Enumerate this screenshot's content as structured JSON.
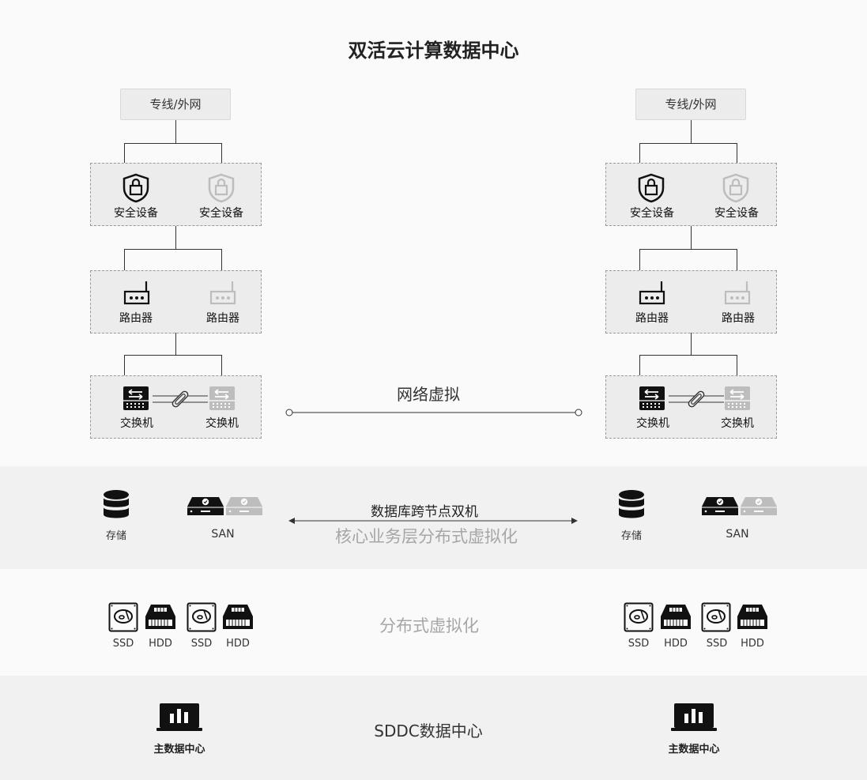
{
  "title": "双活云计算数据中心",
  "left": {
    "wan": "专线/外网",
    "security": [
      "安全设备",
      "安全设备"
    ],
    "router": [
      "路由器",
      "路由器"
    ],
    "switch": [
      "交换机",
      "交换机"
    ],
    "storage": "存储",
    "san": "SAN",
    "disks": [
      "SSD",
      "HDD",
      "SSD",
      "HDD"
    ],
    "datacenter": "主数据中心"
  },
  "right": {
    "wan": "专线/外网",
    "security": [
      "安全设备",
      "安全设备"
    ],
    "router": [
      "路由器",
      "路由器"
    ],
    "switch": [
      "交换机",
      "交换机"
    ],
    "storage": "存储",
    "san": "SAN",
    "disks": [
      "SSD",
      "HDD",
      "SSD",
      "HDD"
    ],
    "datacenter": "主数据中心"
  },
  "layers": {
    "network": "网络虚拟",
    "database": "数据库跨节点双机",
    "core": "核心业务层分布式虚拟化",
    "distributed": "分布式虚拟化",
    "sddc": "SDDC数据中心"
  },
  "colors": {
    "active": "#111111",
    "standby": "#bdbdbd",
    "connector": "#333333",
    "band_gray": "#f1f1f1"
  }
}
